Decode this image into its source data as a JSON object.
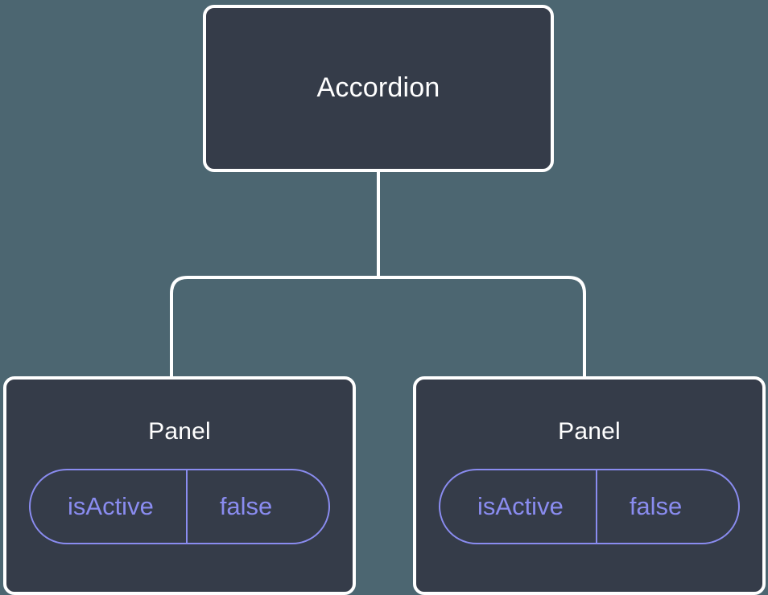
{
  "diagram": {
    "type": "component-tree",
    "background_color": "#4c6671",
    "node_fill_color": "#353c49",
    "node_border_color": "#ffffff",
    "node_text_color": "#ffffff",
    "state_accent_color": "#8a8cf0",
    "connector_color": "#ffffff",
    "root": {
      "label": "Accordion"
    },
    "children": [
      {
        "label": "Panel",
        "state": {
          "key": "isActive",
          "value": "false"
        }
      },
      {
        "label": "Panel",
        "state": {
          "key": "isActive",
          "value": "false"
        }
      }
    ]
  }
}
